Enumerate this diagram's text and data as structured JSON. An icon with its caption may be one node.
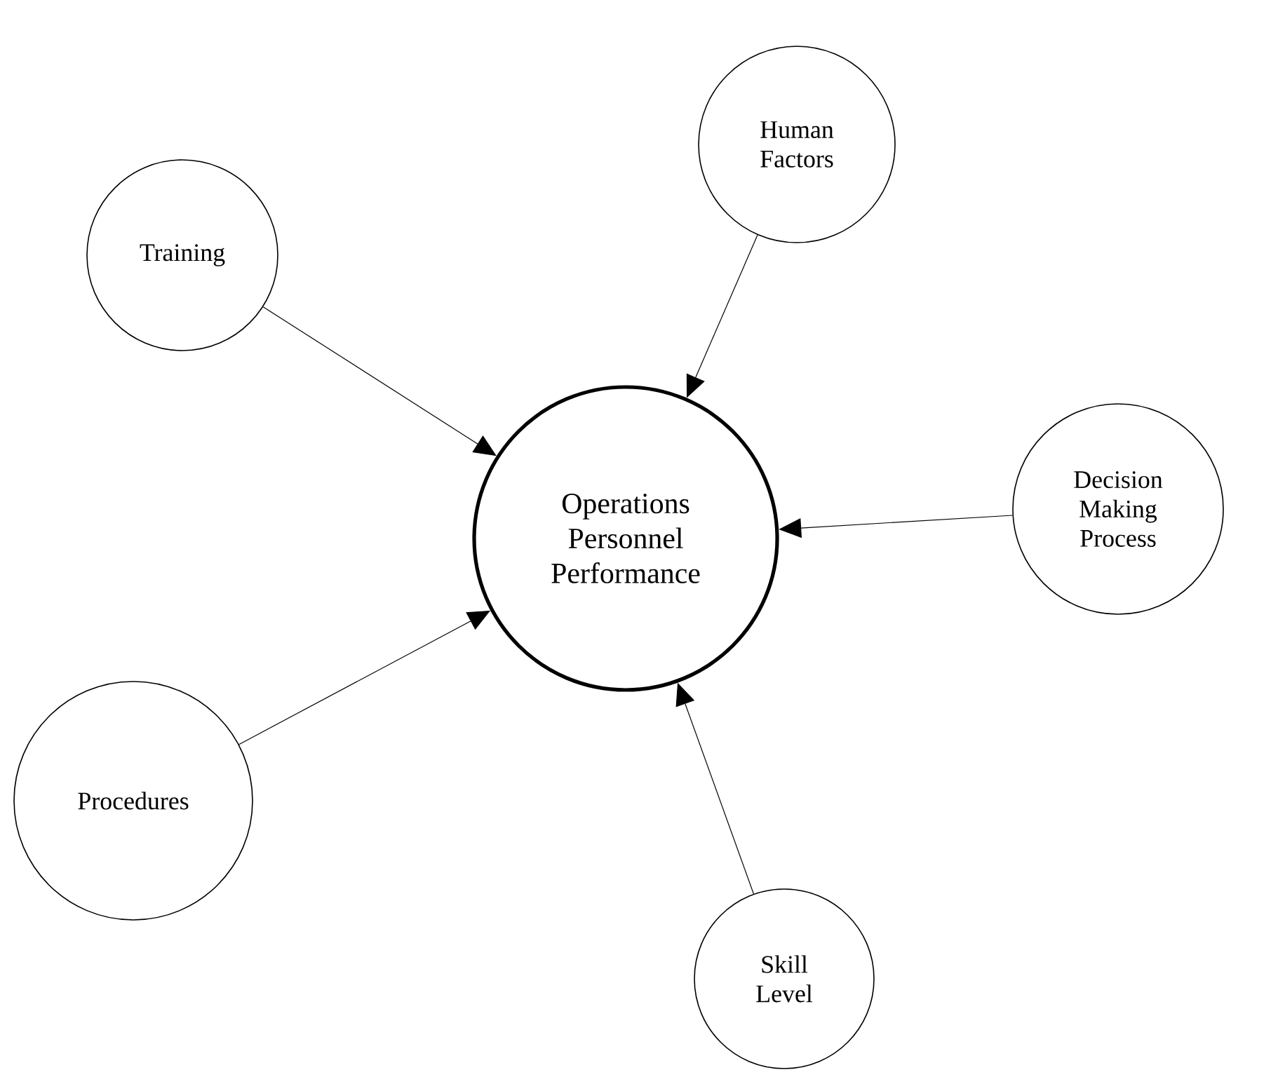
{
  "diagram": {
    "nodes": [
      {
        "text": [
          "Human Factors"
        ]
      },
      {
        "text": [
          "Training"
        ]
      },
      {
        "text": [
          "Operations Personnel Performance"
        ]
      },
      {
        "text": [
          "Decision Making Process"
        ]
      },
      {
        "text": [
          "Procedures"
        ]
      },
      {
        "text": [
          "Skill Level"
        ]
      }
    ],
    "edges": [
      {
        "from": 0,
        "to": 2,
        "arrow": "to"
      },
      {
        "from": 1,
        "to": 2,
        "arrow": "to"
      },
      {
        "from": 3,
        "to": 2,
        "arrow": "to"
      },
      {
        "from": 4,
        "to": 2,
        "arrow": "to"
      },
      {
        "from": 5,
        "to": 2,
        "arrow": "to"
      }
    ]
  }
}
